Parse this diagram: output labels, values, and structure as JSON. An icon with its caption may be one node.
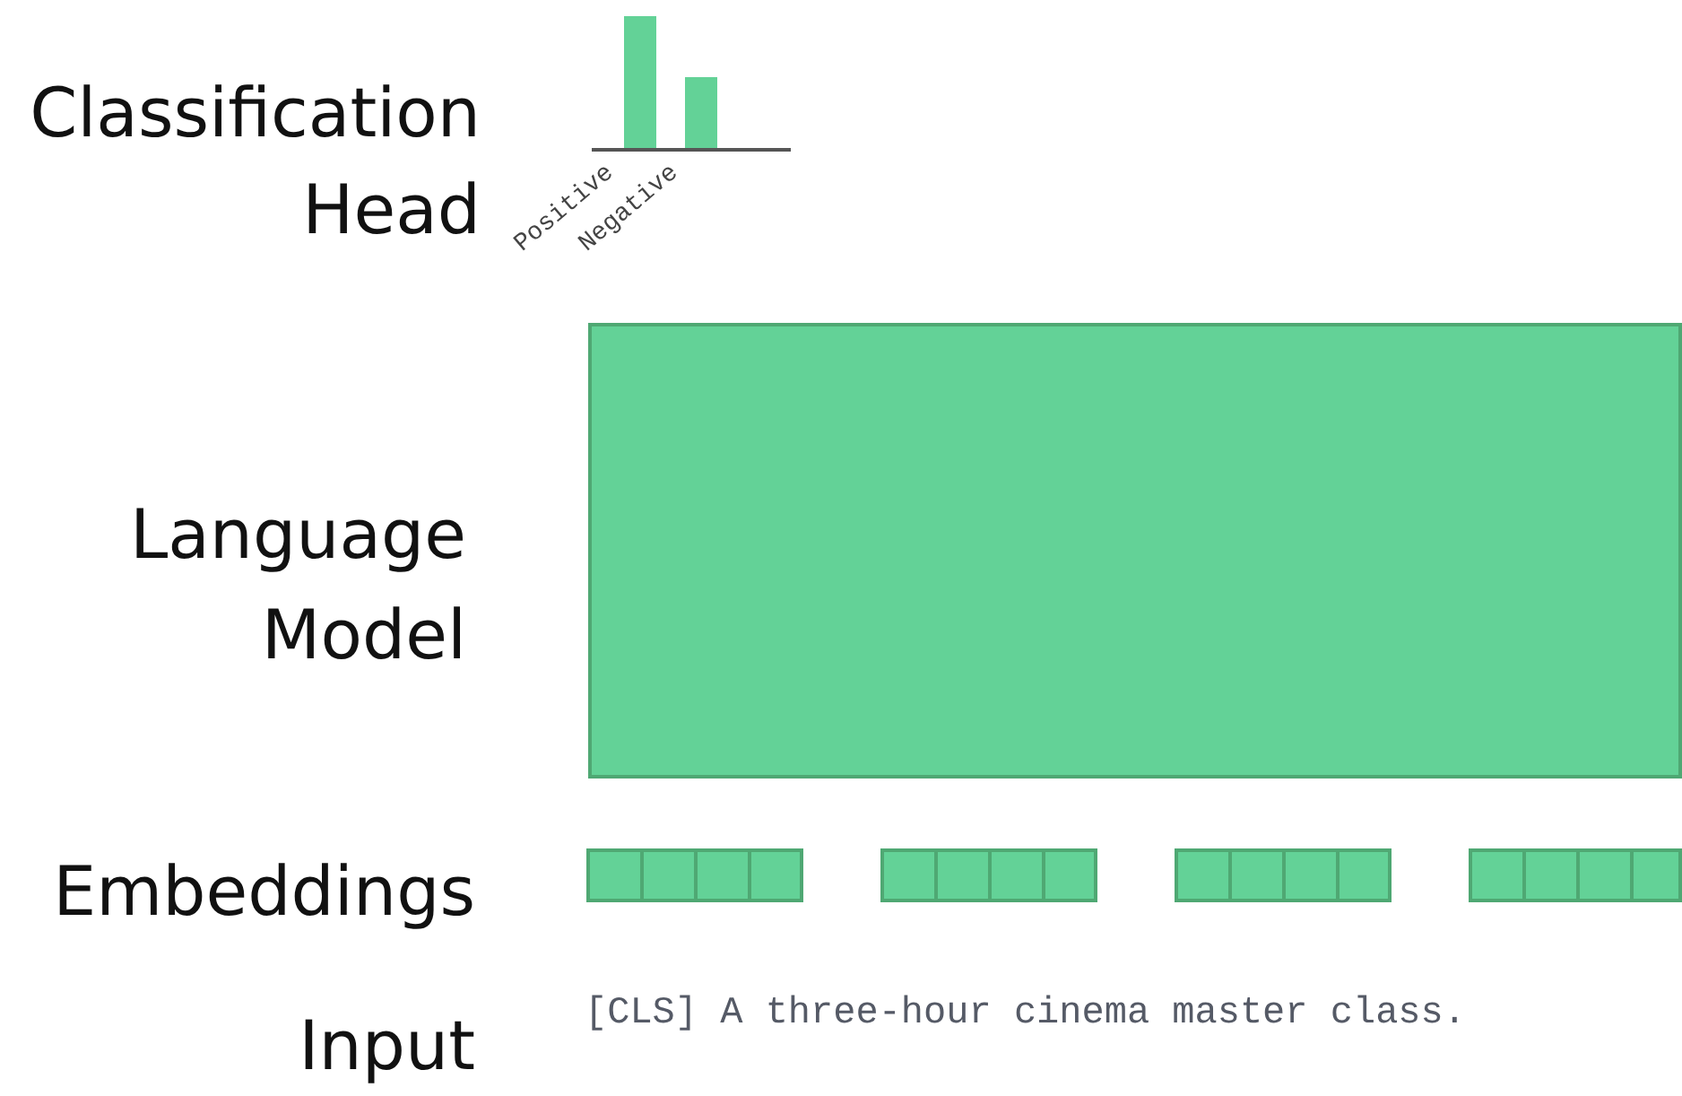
{
  "diagram": {
    "nodes": [
      {
        "text": [
          "Language Model"
        ]
      },
      {
        "text": [],
        "shape": "box"
      },
      {
        "text": [],
        "shape": "box"
      },
      {
        "text": [],
        "shape": "box"
      },
      {
        "text": [],
        "shape": "box"
      }
    ],
    "labels": [
      "Classification Head",
      "Positive",
      "Negative",
      "Embeddings",
      "Input",
      "[CLS] A three-hour cinema master class."
    ]
  }
}
